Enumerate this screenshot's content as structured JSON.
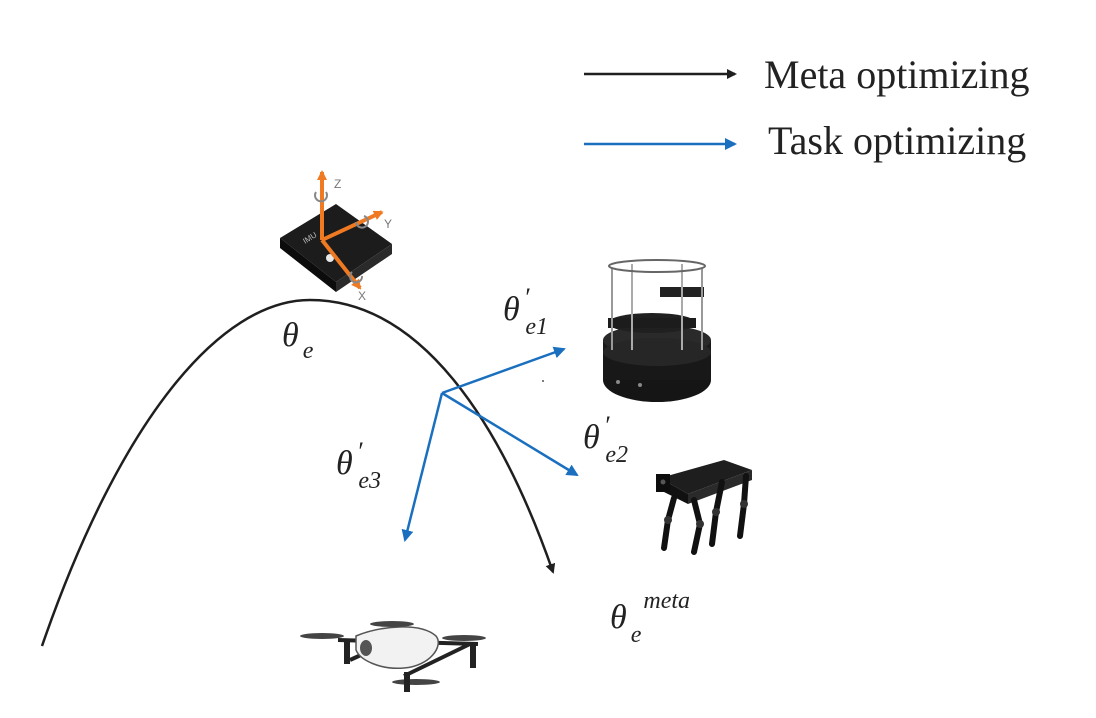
{
  "legend": {
    "meta_label": "Meta optimizing",
    "task_label": "Task optimizing"
  },
  "colors": {
    "meta": "#1f1f1f",
    "task": "#1a6fbf",
    "axes": "#f07a22",
    "text": "#222222"
  },
  "params": {
    "theta_e": {
      "base": "θ",
      "sub": "e"
    },
    "theta_e1": {
      "base": "θ",
      "prime": "′",
      "sub": "e1"
    },
    "theta_e2": {
      "base": "θ",
      "prime": "′",
      "sub": "e2"
    },
    "theta_e3": {
      "base": "θ",
      "prime": "′",
      "sub": "e3"
    },
    "theta_meta": {
      "base": "θ",
      "sub": "e",
      "sup": "meta"
    }
  },
  "imu": {
    "axis_x": "X",
    "axis_y": "Y",
    "axis_z": "Z"
  },
  "icons": [
    "imu-sensor-icon",
    "turtlebot-robot-icon",
    "quadruped-robot-icon",
    "drone-icon"
  ]
}
